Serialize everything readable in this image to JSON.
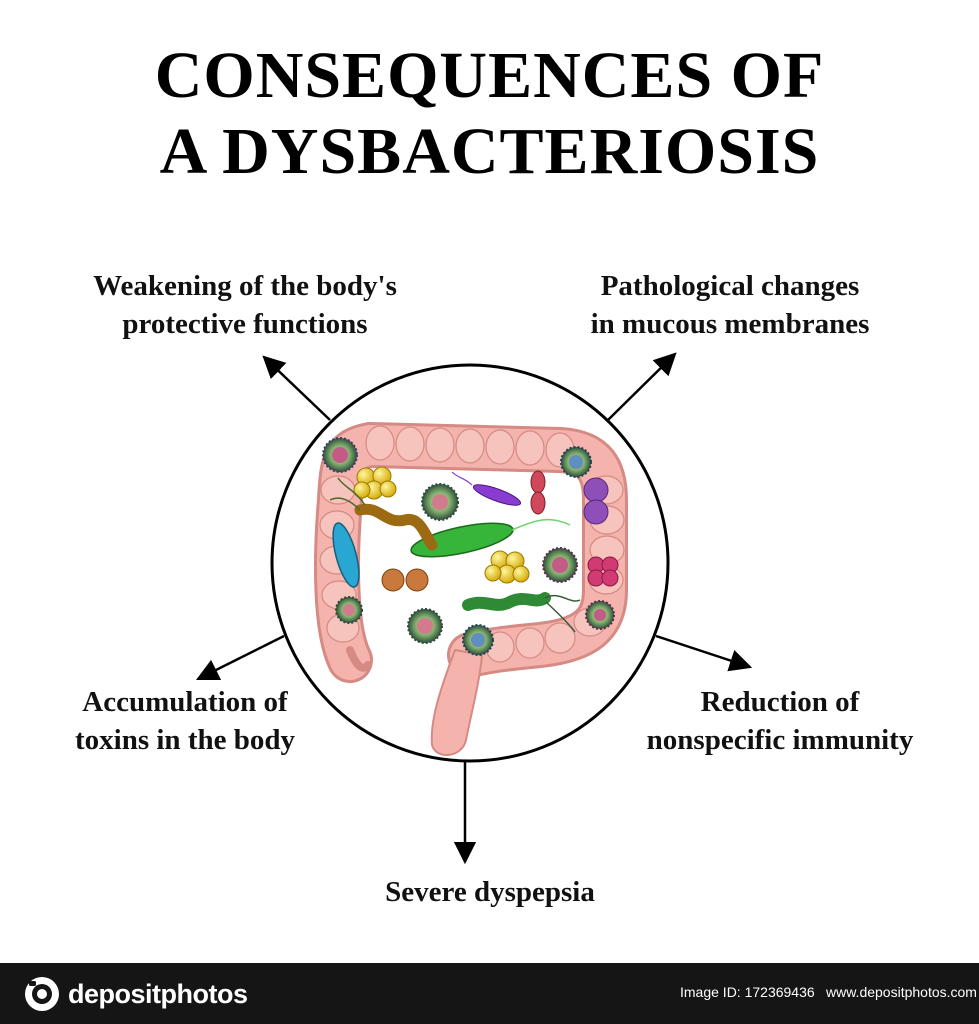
{
  "title": {
    "line1": "CONSEQUENCES OF",
    "line2": "A DYSBACTERIOSIS"
  },
  "consequences": {
    "top_left": [
      "Weakening of the body's",
      "protective functions"
    ],
    "top_right": [
      "Pathological changes",
      "in mucous membranes"
    ],
    "mid_left": [
      "Accumulation of",
      "toxins in the body"
    ],
    "mid_right": [
      "Reduction of",
      "nonspecific immunity"
    ],
    "bottom": [
      "Severe dyspepsia"
    ]
  },
  "footer": {
    "brand": "depositphotos",
    "image_id": "Image ID: 172369436",
    "site": "www.depositphotos.com"
  },
  "colors": {
    "intestine": "#f4b3ac",
    "intestine_outline": "#d58a84",
    "footer_bg": "#151515",
    "arrow": "#000000"
  },
  "icons": {
    "brand": "camera-circle-icon"
  }
}
